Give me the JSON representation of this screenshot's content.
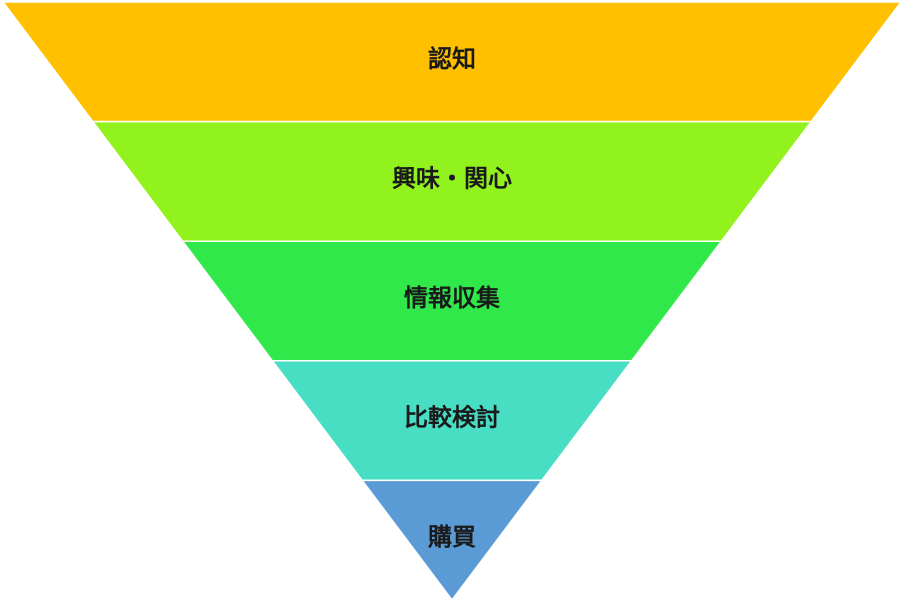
{
  "funnel": {
    "stages": [
      {
        "label": "認知",
        "color": "#FFC000"
      },
      {
        "label": "興味・関心",
        "color": "#92F21E"
      },
      {
        "label": "情報収集",
        "color": "#30E84A"
      },
      {
        "label": "比較検討",
        "color": "#48DEC3"
      },
      {
        "label": "購買",
        "color": "#5B9BD5"
      }
    ]
  }
}
